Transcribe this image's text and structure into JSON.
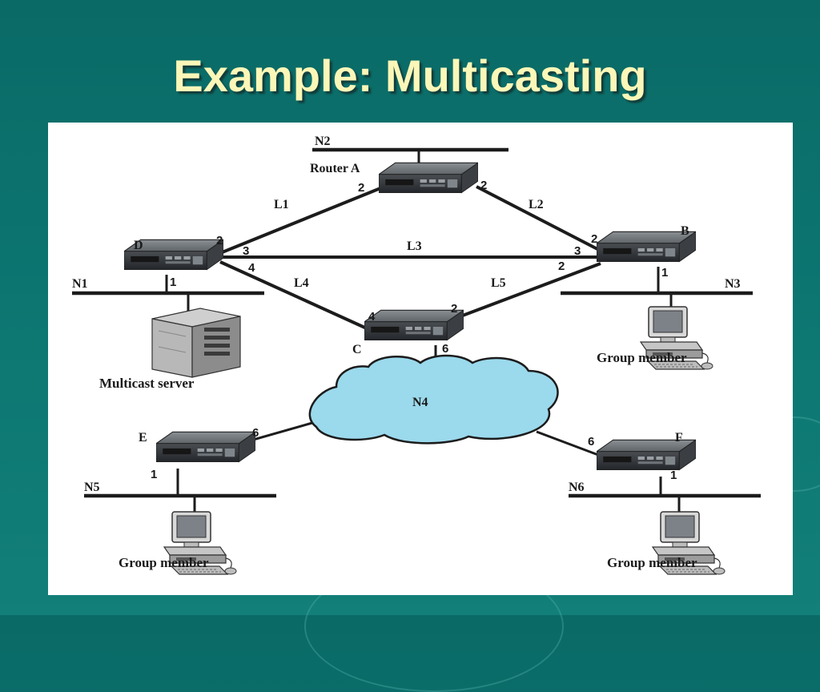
{
  "slide": {
    "title": "Example: Multicasting"
  },
  "colors": {
    "background": "#0d7772",
    "title": "#fbf7b8",
    "cloud": "#9bd9ec",
    "panel": "#ffffff"
  },
  "networks": {
    "n1": "N1",
    "n2": "N2",
    "n3": "N3",
    "n4": "N4",
    "n5": "N5",
    "n6": "N6"
  },
  "routers": {
    "a": "Router A",
    "b": "B",
    "c": "C",
    "d": "D",
    "e": "E",
    "f": "F"
  },
  "links": {
    "l1": "L1",
    "l2": "L2",
    "l3": "L3",
    "l4": "L4",
    "l5": "L5"
  },
  "ports": {
    "a_left": "2",
    "a_right": "2",
    "b_top": "2",
    "b_left": "3",
    "b_lower": "2",
    "b_net": "1",
    "c_top": "4",
    "c_right": "2",
    "c_bottom": "6",
    "d_top": "2",
    "d_l3": "3",
    "d_l4": "4",
    "d_net": "1",
    "e_cloud": "6",
    "e_net": "1",
    "f_cloud": "6",
    "f_net": "1"
  },
  "devices": {
    "server": "Multicast server",
    "member_n3": "Group member",
    "member_n5": "Group member",
    "member_n6": "Group member"
  }
}
